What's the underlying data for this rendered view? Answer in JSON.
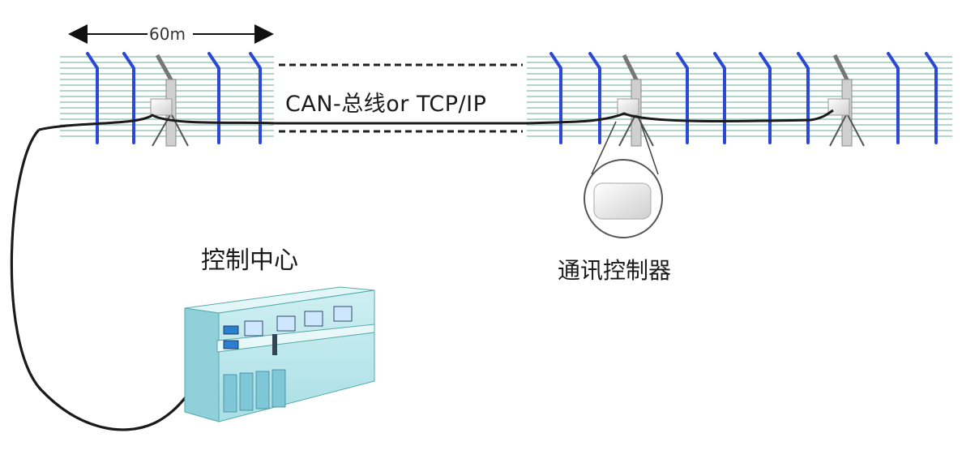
{
  "distance_label": "60m",
  "bus_label": "CAN-总线or  TCP/IP",
  "control_center_label": "控制中心",
  "comm_controller_label": "通讯控制器"
}
